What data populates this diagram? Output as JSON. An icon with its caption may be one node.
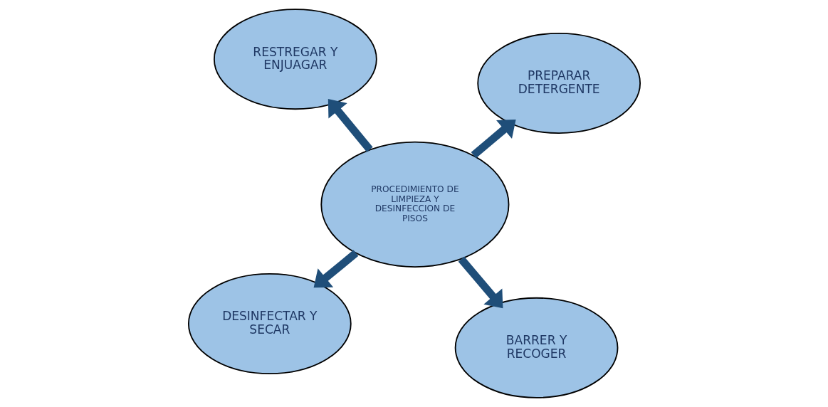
{
  "diagram": {
    "nodes": [
      {
        "text": [
          "DESINFECTAR Y SECAR"
        ]
      },
      {
        "text": [
          "BARRER Y RECOGER"
        ]
      },
      {
        "text": [
          "PROCEDIMIENTO DE LIMPIEZA Y DESINFECCION DE PISOS"
        ]
      },
      {
        "text": [
          "RESTREGAR Y ENJUAGAR"
        ]
      },
      {
        "text": [
          "PREPARAR DETERGENTE"
        ]
      }
    ],
    "edges": [
      {
        "from": 2,
        "to": 0,
        "arrow": "to"
      },
      {
        "from": 2,
        "to": 1,
        "arrow": "to"
      },
      {
        "from": 2,
        "to": 3,
        "arrow": "to"
      },
      {
        "from": 2,
        "to": 4,
        "arrow": "to"
      }
    ]
  }
}
